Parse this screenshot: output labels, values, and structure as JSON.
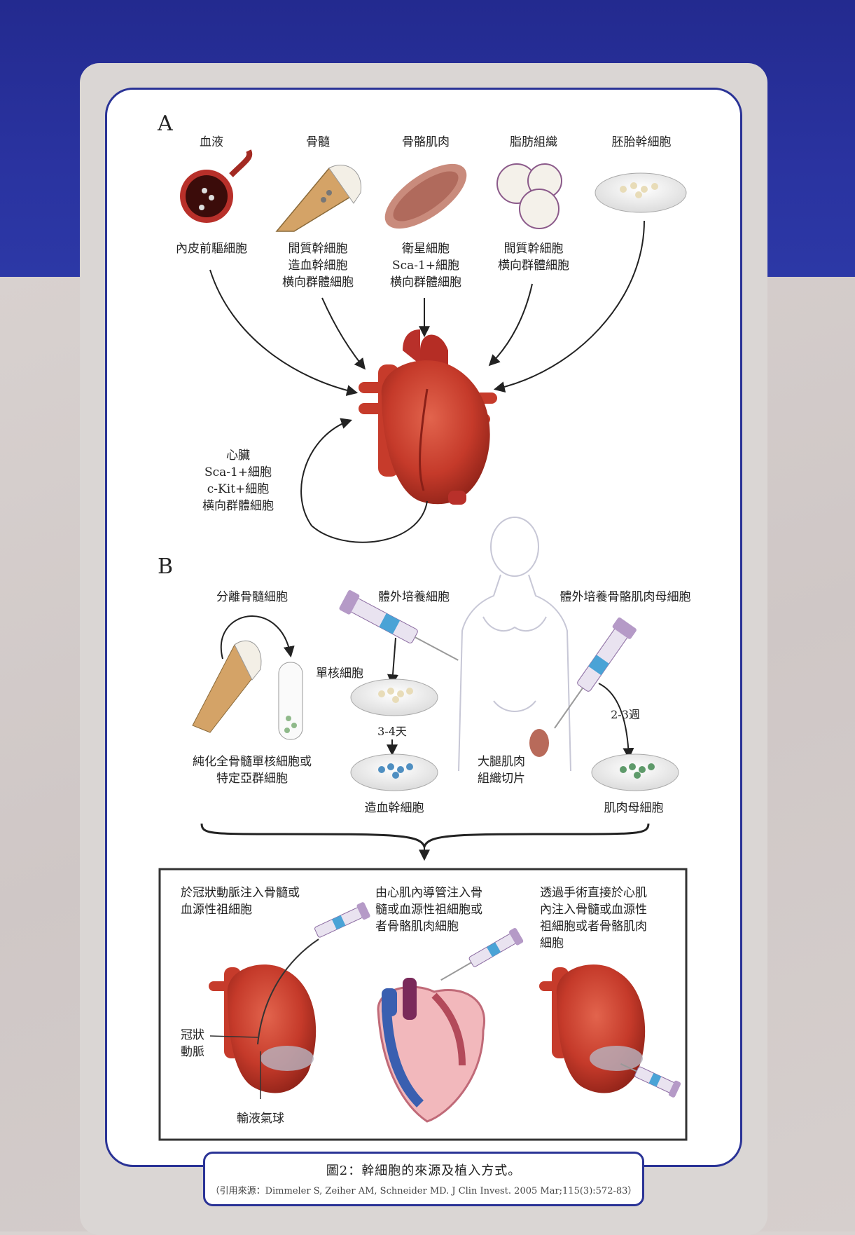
{
  "panelA": {
    "label": "A",
    "sources": [
      "血液",
      "骨髓",
      "骨骼肌肉",
      "脂肪組織",
      "胚胎幹細胞"
    ],
    "cells": {
      "blood": "內皮前驅細胞",
      "marrow": [
        "間質幹細胞",
        "造血幹細胞",
        "横向群體細胞"
      ],
      "muscle": [
        "衛星細胞",
        "Sca-1+細胞",
        "横向群體細胞"
      ],
      "fat": [
        "間質幹細胞",
        "横向群體細胞"
      ]
    },
    "heart": [
      "心臟",
      "Sca-1+細胞",
      "c-Kit+細胞",
      "横向群體細胞"
    ]
  },
  "panelB": {
    "label": "B",
    "isolate": "分離骨髓細胞",
    "culture": "體外培養細胞",
    "muscle_culture": "體外培養骨骼肌肉母細胞",
    "mononuclear": "單核細胞",
    "days": "3-4天",
    "weeks": "2-3週",
    "purified": [
      "純化全骨髓單核細胞或",
      "特定亞群細胞"
    ],
    "thigh": [
      "大腿肌肉",
      "組織切片"
    ],
    "hsc": "造血幹細胞",
    "myoblast": "肌肉母細胞"
  },
  "delivery": {
    "coronary": [
      "於冠狀動脈注入骨髓或",
      "血源性祖細胞"
    ],
    "catheter": [
      "由心肌內導管注入骨",
      "髓或血源性祖細胞或",
      "者骨骼肌肉細胞"
    ],
    "surgery": [
      "透過手術直接於心肌",
      "內注入骨髓或血源性",
      "祖細胞或者骨骼肌肉",
      "細胞"
    ],
    "artery": [
      "冠狀",
      "動脈"
    ],
    "balloon": "輸液氣球"
  },
  "caption": {
    "title": "圖2：幹細胞的來源及植入方式。",
    "source": "（引用來源：Dimmeler S, Zeiher AM, Schneider MD. J Clin Invest. 2005 Mar;115(3):572-83）"
  },
  "colors": {
    "navy": "#2a3396",
    "heart": "#c9392b"
  }
}
